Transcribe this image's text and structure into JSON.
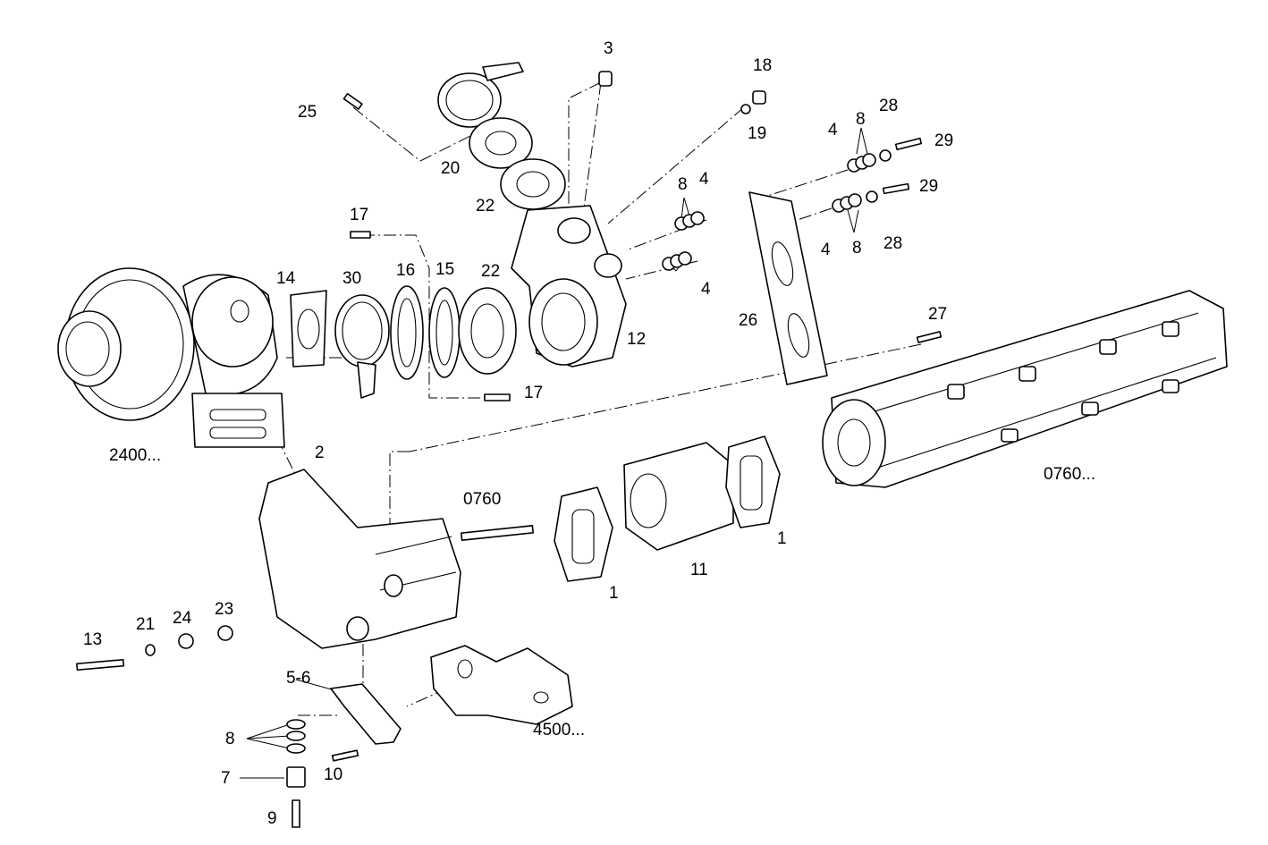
{
  "callouts": {
    "c25": "25",
    "c3": "3",
    "c18": "18",
    "c19": "19",
    "c20": "20",
    "c22a": "22",
    "c4a": "4",
    "c8a": "8",
    "c28a": "28",
    "c29a": "29",
    "c29b": "29",
    "c8b": "8",
    "c4b": "4",
    "c4c": "4",
    "c8c": "8",
    "c28b": "28",
    "c4d": "4",
    "c17a": "17",
    "c14": "14",
    "c30": "30",
    "c16": "16",
    "c15": "15",
    "c22b": "22",
    "c12": "12",
    "c26": "26",
    "c27": "27",
    "c17b": "17",
    "c2400": "2400...",
    "c2": "2",
    "c0760a": "0760",
    "c0760b": "0760...",
    "c1a": "1",
    "c1b": "1",
    "c11": "11",
    "c13": "13",
    "c21": "21",
    "c24": "24",
    "c23": "23",
    "c56": "5-6",
    "c8d": "8",
    "c4500": "4500...",
    "c10": "10",
    "c7": "7",
    "c9": "9"
  }
}
